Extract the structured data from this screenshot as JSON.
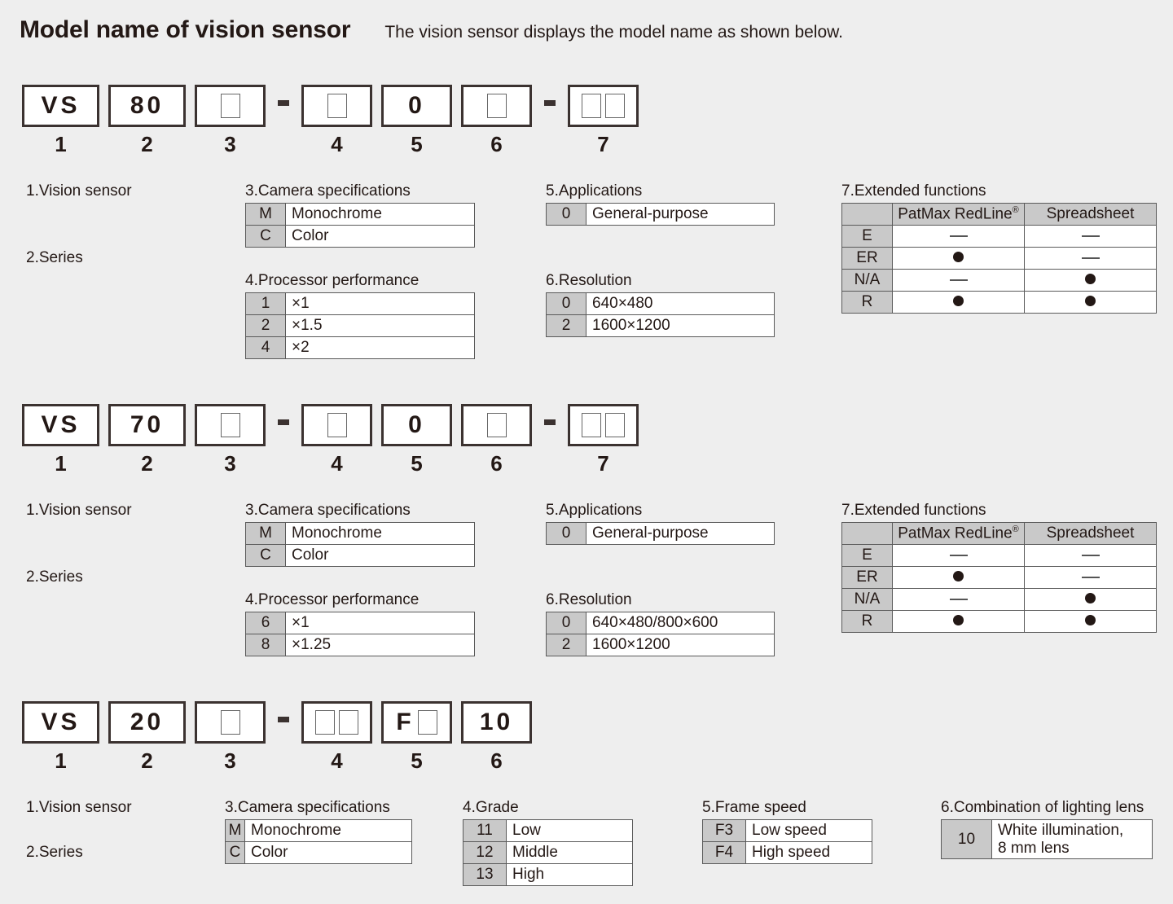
{
  "header": {
    "title": "Model name of vision sensor",
    "subtitle": "The vision sensor displays the model name as shown below."
  },
  "glyphs": {
    "dash": "-",
    "dot": "●",
    "em_dash": "—",
    "registered": "®"
  },
  "sections": [
    {
      "id": "vs80",
      "code_cells": [
        {
          "type": "text",
          "value": "VS",
          "width": 95
        },
        {
          "type": "text",
          "value": "80",
          "width": 95
        },
        {
          "type": "blank",
          "value": "",
          "width": 87,
          "blanks": 1
        },
        {
          "type": "blank",
          "value": "",
          "width": 87,
          "blanks": 1
        },
        {
          "type": "text",
          "value": "0",
          "width": 87
        },
        {
          "type": "blank",
          "value": "",
          "width": 87,
          "blanks": 1
        },
        {
          "type": "blank",
          "value": "",
          "width": 87,
          "blanks": 2
        }
      ],
      "numbers": [
        "1",
        "2",
        "3",
        "4",
        "5",
        "6",
        "7"
      ],
      "left_labels": [
        "1.Vision sensor",
        "2.Series"
      ],
      "tables": [
        {
          "title": "3.Camera specifications",
          "rows": [
            [
              "M",
              "Monochrome"
            ],
            [
              "C",
              "Color"
            ]
          ]
        },
        {
          "title": "4.Processor performance",
          "rows": [
            [
              "1",
              "×1"
            ],
            [
              "2",
              "×1.5"
            ],
            [
              "4",
              "×2"
            ]
          ]
        },
        {
          "title": "5.Applications",
          "rows": [
            [
              "0",
              "General-purpose"
            ]
          ]
        },
        {
          "title": "6.Resolution",
          "rows": [
            [
              "0",
              "640×480"
            ],
            [
              "2",
              "1600×1200"
            ]
          ]
        }
      ],
      "ext": {
        "title": "7.Extended functions",
        "columns": [
          "",
          "PatMax RedLine",
          "Spreadsheet"
        ],
        "rows": [
          {
            "code": "E",
            "values": [
              "dash",
              "dash"
            ]
          },
          {
            "code": "ER",
            "values": [
              "dot",
              "dash"
            ]
          },
          {
            "code": "N/A",
            "values": [
              "dash",
              "dot"
            ]
          },
          {
            "code": "R",
            "values": [
              "dot",
              "dot"
            ]
          }
        ]
      }
    },
    {
      "id": "vs70",
      "code_cells": [
        {
          "type": "text",
          "value": "VS",
          "width": 95
        },
        {
          "type": "text",
          "value": "70",
          "width": 95
        },
        {
          "type": "blank",
          "value": "",
          "width": 87,
          "blanks": 1
        },
        {
          "type": "blank",
          "value": "",
          "width": 87,
          "blanks": 1
        },
        {
          "type": "text",
          "value": "0",
          "width": 87
        },
        {
          "type": "blank",
          "value": "",
          "width": 87,
          "blanks": 1
        },
        {
          "type": "blank",
          "value": "",
          "width": 87,
          "blanks": 2
        }
      ],
      "numbers": [
        "1",
        "2",
        "3",
        "4",
        "5",
        "6",
        "7"
      ],
      "left_labels": [
        "1.Vision sensor",
        "2.Series"
      ],
      "tables": [
        {
          "title": "3.Camera specifications",
          "rows": [
            [
              "M",
              "Monochrome"
            ],
            [
              "C",
              "Color"
            ]
          ]
        },
        {
          "title": "4.Processor performance",
          "rows": [
            [
              "6",
              "×1"
            ],
            [
              "8",
              "×1.25"
            ]
          ]
        },
        {
          "title": "5.Applications",
          "rows": [
            [
              "0",
              "General-purpose"
            ]
          ]
        },
        {
          "title": "6.Resolution",
          "rows": [
            [
              "0",
              "640×480/800×600"
            ],
            [
              "2",
              "1600×1200"
            ]
          ]
        }
      ],
      "ext": {
        "title": "7.Extended functions",
        "columns": [
          "",
          "PatMax RedLine",
          "Spreadsheet"
        ],
        "rows": [
          {
            "code": "E",
            "values": [
              "dash",
              "dash"
            ]
          },
          {
            "code": "ER",
            "values": [
              "dot",
              "dash"
            ]
          },
          {
            "code": "N/A",
            "values": [
              "dash",
              "dot"
            ]
          },
          {
            "code": "R",
            "values": [
              "dot",
              "dot"
            ]
          }
        ]
      }
    },
    {
      "id": "vs20",
      "code_cells": [
        {
          "type": "text",
          "value": "VS",
          "width": 95
        },
        {
          "type": "text",
          "value": "20",
          "width": 95
        },
        {
          "type": "blank",
          "value": "",
          "width": 87,
          "blanks": 1
        },
        {
          "type": "blank",
          "value": "",
          "width": 87,
          "blanks": 2
        },
        {
          "type": "mix",
          "value": "F",
          "width": 87,
          "blanks": 1
        },
        {
          "type": "text",
          "value": "10",
          "width": 87
        }
      ],
      "numbers": [
        "1",
        "2",
        "3",
        "4",
        "5",
        "6"
      ],
      "left_labels": [
        "1.Vision sensor",
        "2.Series"
      ],
      "tables": [
        {
          "title": "3.Camera specifications",
          "rows": [
            [
              "M",
              "Monochrome"
            ],
            [
              "C",
              "Color"
            ]
          ]
        },
        {
          "title": "4.Grade",
          "rows": [
            [
              "11",
              "Low"
            ],
            [
              "12",
              "Middle"
            ],
            [
              "13",
              "High"
            ]
          ]
        },
        {
          "title": "5.Frame speed",
          "rows": [
            [
              "F3",
              "Low speed"
            ],
            [
              "F4",
              "High speed"
            ]
          ]
        },
        {
          "title": "6.Combination of lighting lens",
          "rows": [
            [
              "10",
              "White illumination,\n8 mm lens"
            ]
          ]
        }
      ]
    }
  ]
}
